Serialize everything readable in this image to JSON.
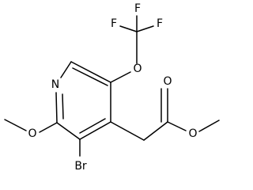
{
  "atoms": {
    "f_top": "F",
    "f_left": "F",
    "f_right": "F",
    "o_ether_cf3": "O",
    "n_ring": "N",
    "o_methoxy": "O",
    "br": "Br",
    "o_carbonyl": "O",
    "o_ester": "O"
  },
  "colors": {
    "bond": "#000000",
    "label": "#000000",
    "background": "#ffffff"
  }
}
